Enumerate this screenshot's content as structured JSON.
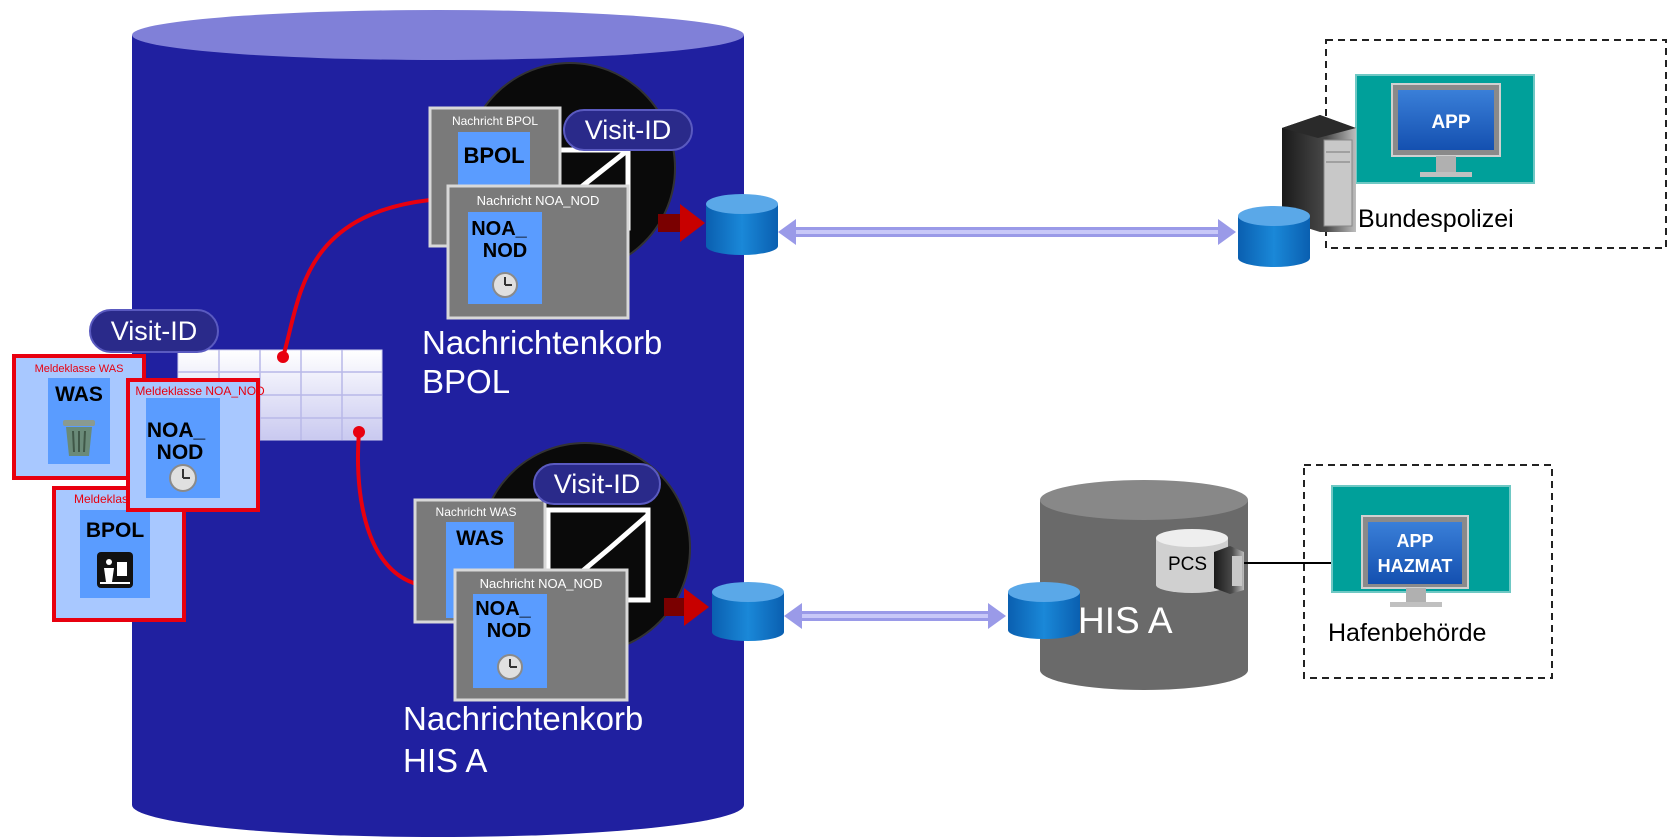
{
  "visit_id_label": "Visit-ID",
  "basket_bpol": {
    "title_line1": "Nachrichtenkorb",
    "title_line2": "BPOL",
    "msg_back_header": "Nachricht  BPOL",
    "msg_back_code": "BPOL",
    "msg_front_header": "Nachricht NOA_NOD",
    "msg_front_code_line1": "NOA_",
    "msg_front_code_line2": "NOD"
  },
  "basket_his": {
    "title_line1": "Nachrichtenkorb",
    "title_line2": "HIS A",
    "msg_back_header": "Nachricht WAS",
    "msg_back_code": "WAS",
    "msg_front_header": "Nachricht NOA_NOD",
    "msg_front_code_line1": "NOA_",
    "msg_front_code_line2": "NOD"
  },
  "classes": [
    {
      "header": "Meldeklasse WAS",
      "code": "WAS",
      "icon": "trash-can-icon"
    },
    {
      "header": "Meldeklasse NOA_NOD",
      "code_line1": "NOA_",
      "code_line2": "NOD",
      "icon": "clock-icon"
    },
    {
      "header": "Meldeklasse BPOL",
      "code": "BPOL",
      "icon": "passport-control-icon"
    }
  ],
  "bundespolizei": {
    "label": "Bundespolizei",
    "app": "APP"
  },
  "his_a": {
    "label": "HIS A",
    "pcs": "PCS"
  },
  "hafenbehoerde": {
    "label": "Hafenbehörde",
    "app_line1": "APP",
    "app_line2": "HAZMAT"
  },
  "colors": {
    "db_body": "#2020a0",
    "db_top": "#8080d8",
    "arrow_red": "#e8000f",
    "connector": "#9a9ae8",
    "blue_card": "#5a9cff",
    "teal": "#00a09a"
  }
}
